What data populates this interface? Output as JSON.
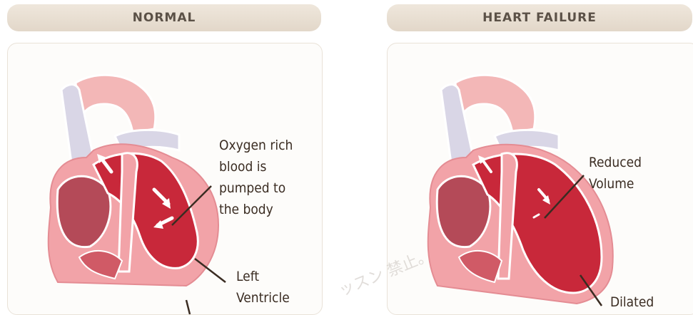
{
  "panels": {
    "left": {
      "title": "NORMAL",
      "labels": {
        "oxygen": [
          "Oxygen rich",
          "blood is",
          "pumped to",
          "the body"
        ],
        "ventricle": [
          "Left",
          "Ventricle"
        ]
      }
    },
    "right": {
      "title": "HEART FAILURE",
      "labels": {
        "reduced": [
          "Reduced",
          "Volume"
        ],
        "dilated": [
          "Dilated"
        ]
      }
    }
  },
  "watermark": "ッスン 禁止。",
  "colors": {
    "header_bg": "#e7ddd0",
    "header_text": "#5b5147",
    "heart_red": "#c8283a",
    "heart_pink": "#f2a3a8",
    "outline": "#ffffff",
    "label_text": "#3a2c22"
  }
}
